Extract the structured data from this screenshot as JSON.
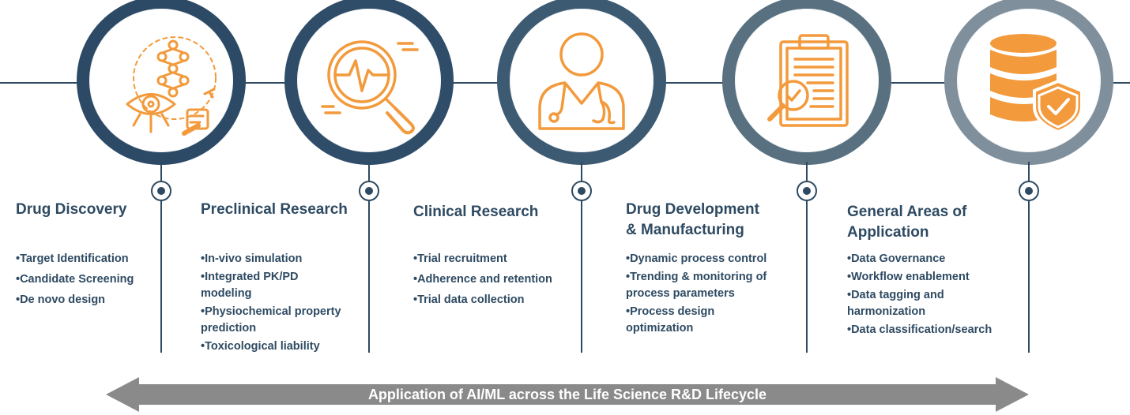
{
  "stages": [
    {
      "title": "Drug Discovery",
      "icon": "ai-drug-discovery-icon",
      "bullets": [
        "Target Identification",
        "Candidate Screening",
        "De novo design"
      ]
    },
    {
      "title": "Preclinical Research",
      "icon": "magnifier-pulse-icon",
      "bullets": [
        "In-vivo simulation",
        "Integrated PK/PD\nmodeling",
        "Physiochemical property\nprediction",
        "Toxicological liability"
      ]
    },
    {
      "title": "Clinical Research",
      "icon": "doctor-icon",
      "bullets": [
        "Trial recruitment",
        "Adherence and retention",
        "Trial data collection"
      ]
    },
    {
      "title": "Drug Development\n& Manufacturing",
      "icon": "clipboard-inspection-icon",
      "bullets": [
        "Dynamic process control",
        "Trending & monitoring of\nprocess parameters",
        "Process design\noptimization"
      ]
    },
    {
      "title": "General Areas of\nApplication",
      "icon": "database-shield-icon",
      "bullets": [
        "Data Governance",
        "Workflow enablement",
        "Data tagging and\nharmonization",
        "Data classification/search"
      ]
    }
  ],
  "footer": {
    "label": "Application of AI/ML across the Life Science R&D Lifecycle"
  },
  "colors": {
    "navy": "#2e4a62",
    "ring_gradient_start": "#2c4a66",
    "ring_gradient_end": "#8a9aa8",
    "icon_orange": "#f29a3c",
    "arrow_gray": "#8a8a8a"
  }
}
